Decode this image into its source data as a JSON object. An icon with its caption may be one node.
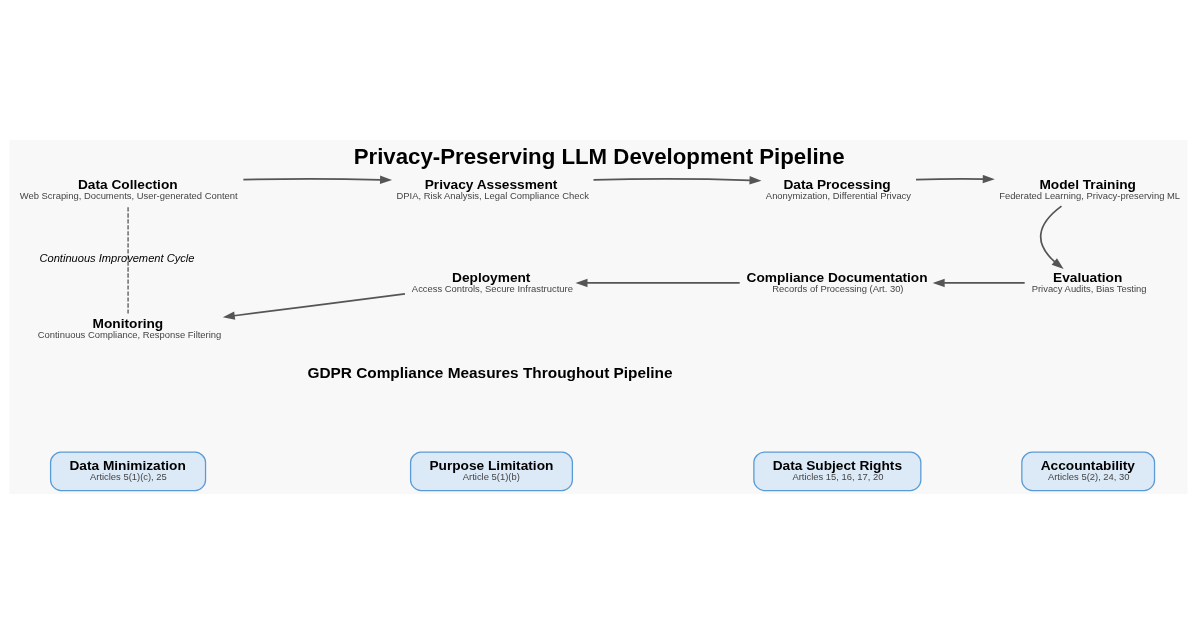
{
  "diagram": {
    "title": "Privacy-Preserving LLM Development Pipeline",
    "nodes": [
      {
        "text": [
          "Data Collection",
          "Web Scraping, Documents, User-generated Content"
        ]
      },
      {
        "text": [
          "Privacy Assessment",
          "DPIA, Risk Analysis, Legal Compliance Check"
        ]
      },
      {
        "text": [
          "Data Processing",
          "Anonymization, Differential Privacy"
        ]
      },
      {
        "text": [
          "Model Training",
          "Federated Learning, Privacy-preserving ML"
        ]
      },
      {
        "text": [
          "Evaluation",
          "Privacy Audits, Bias Testing"
        ]
      },
      {
        "text": [
          "Compliance Documentation",
          "Records of Processing (Art. 30)"
        ]
      },
      {
        "text": [
          "Deployment",
          "Access Controls, Secure Infrastructure"
        ]
      },
      {
        "text": [
          "Monitoring",
          "Continuous Compliance, Response Filtering"
        ]
      },
      {
        "text": [
          "Data Minimization",
          "Articles 5(1)(c), 25"
        ]
      },
      {
        "text": [
          "Purpose Limitation",
          "Article 5(1)(b)"
        ]
      },
      {
        "text": [
          "Data Subject Rights",
          "Articles 15, 16, 17, 20"
        ]
      },
      {
        "text": [
          "Accountability",
          "Articles 5(2), 24, 30"
        ]
      }
    ],
    "edges": [
      {
        "from": 0,
        "to": 1,
        "arrow": "to"
      },
      {
        "from": 1,
        "to": 2,
        "arrow": "to"
      },
      {
        "from": 2,
        "to": 3,
        "arrow": "to"
      },
      {
        "from": 3,
        "to": 4,
        "arrow": "to"
      },
      {
        "from": 4,
        "to": 5,
        "arrow": "to"
      },
      {
        "from": 5,
        "to": 6,
        "arrow": "to"
      },
      {
        "from": 6,
        "to": 7,
        "arrow": "to"
      },
      {
        "from": 7,
        "to": 0,
        "arrow": "none",
        "style": "dashed",
        "label": "Continuous Improvement Cycle"
      }
    ],
    "labels": [
      "GDPR Compliance Measures Throughout Pipeline"
    ]
  }
}
